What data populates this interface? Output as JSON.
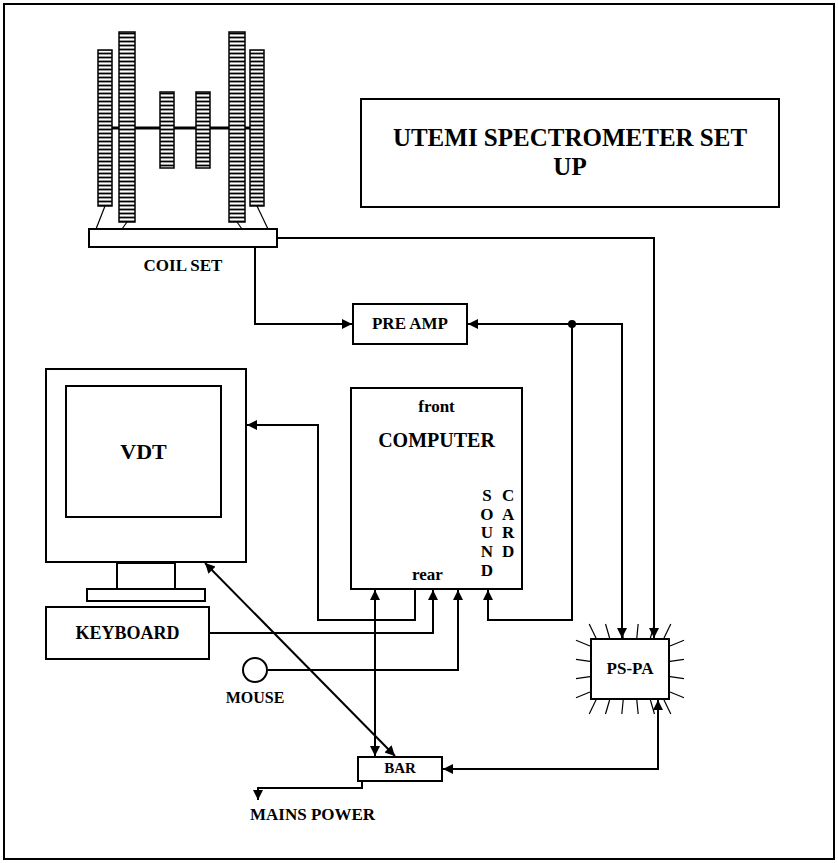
{
  "diagram": {
    "nodes": [
      {
        "text": [
          "COIL SET"
        ]
      },
      {
        "text": [
          "UTEMI SPECTROMETER SET UP"
        ]
      },
      {
        "text": [
          "PRE AMP"
        ]
      },
      {
        "text": [
          "VDT"
        ]
      },
      {
        "text": [
          "front",
          "COMPUTER",
          "SOUND CARD",
          "rear"
        ]
      },
      {
        "text": [
          "PS-PA"
        ]
      },
      {
        "text": [
          "KEYBOARD"
        ]
      },
      {
        "text": [
          "MOUSE"
        ]
      },
      {
        "text": [
          "BAR"
        ]
      }
    ],
    "edges": [
      {
        "from": 0,
        "to": 2,
        "arrow": "to"
      },
      {
        "from": 0,
        "to": 5,
        "arrow": "to"
      },
      {
        "from": 2,
        "to": 5,
        "arrow": "both"
      },
      {
        "from": 5,
        "to": 4,
        "arrow": "to"
      },
      {
        "from": 4,
        "to": 3,
        "arrow": "to"
      },
      {
        "from": 6,
        "to": 4,
        "arrow": "to"
      },
      {
        "from": 7,
        "to": 4,
        "arrow": "to"
      },
      {
        "from": 3,
        "to": 8,
        "arrow": "both"
      },
      {
        "from": 4,
        "to": 8,
        "arrow": "both"
      },
      {
        "from": 5,
        "to": 8,
        "arrow": "both"
      }
    ],
    "labels": [
      "MAINS POWER"
    ]
  }
}
